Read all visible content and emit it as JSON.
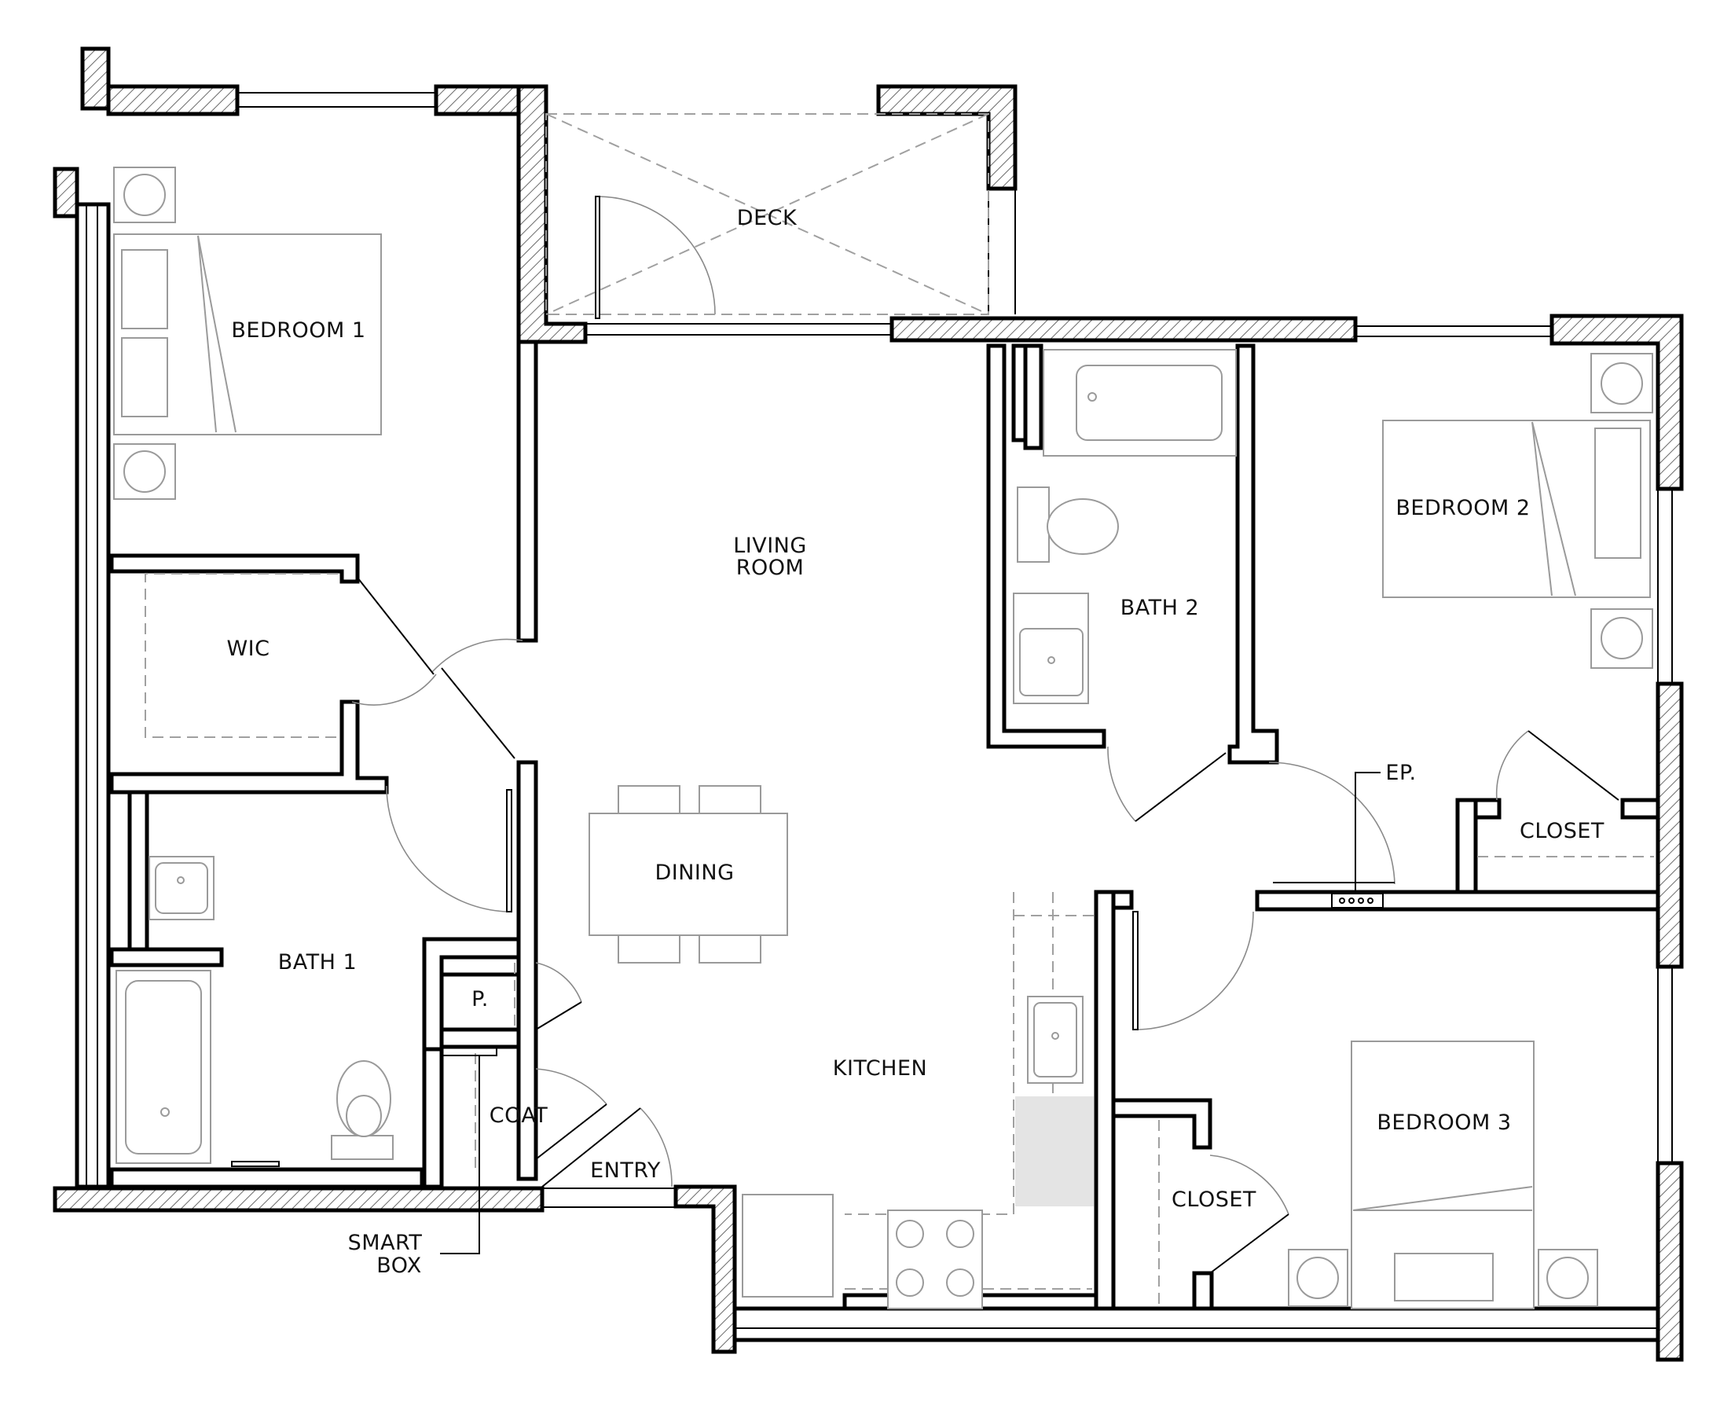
{
  "plan": {
    "rooms": {
      "deck": "DECK",
      "bedroom1": "BEDROOM 1",
      "living_line1": "LIVING",
      "living_line2": "ROOM",
      "wic": "WIC",
      "bath1": "BATH 1",
      "dining": "DINING",
      "kitchen": "KITCHEN",
      "pantry": "P.",
      "coat": "COAT",
      "entry": "ENTRY",
      "smart_box_line1": "SMART",
      "smart_box_line2": "BOX",
      "bath2": "BATH 2",
      "bedroom2": "BEDROOM 2",
      "ep": "EP.",
      "closet2": "CLOSET",
      "bedroom3": "BEDROOM 3",
      "closet3": "CLOSET"
    },
    "colors": {
      "wall": "#000000",
      "fixture": "#9a9a9a",
      "background": "#ffffff",
      "counter_shade": "#e4e4e4"
    }
  }
}
